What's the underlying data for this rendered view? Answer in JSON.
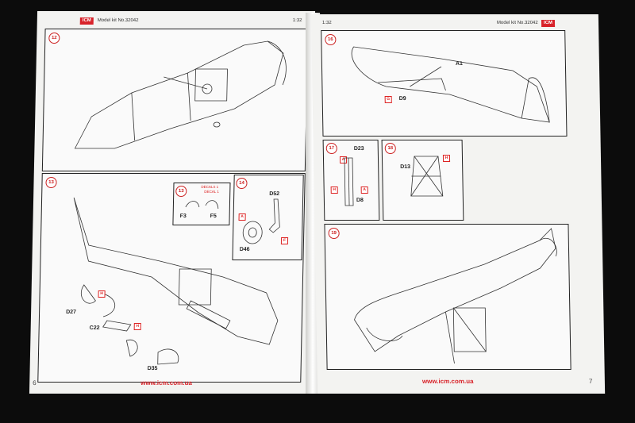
{
  "header": {
    "brand": "ICM",
    "kit_left": "Model kit No.32042",
    "kit_right": "Model kit No.32042",
    "scale": "1:32"
  },
  "left_page": {
    "page_number": "6",
    "url": "www.icm.com.ua",
    "steps": {
      "s12": "12",
      "s13": "13",
      "s13a": "13",
      "s14": "14"
    },
    "part_labels": {
      "f3": "F3",
      "f5": "F5",
      "d52": "D52",
      "d46": "D46",
      "d27": "D27",
      "c22": "C22",
      "d35": "D35"
    },
    "color_codes": {
      "a": "A",
      "f": "F",
      "h1": "H",
      "h2": "H"
    },
    "decal_note_1": "DECALS 1",
    "decal_note_2": "DECAL 1"
  },
  "right_page": {
    "page_number": "7",
    "url": "www.icm.com.ua",
    "steps": {
      "s16": "16",
      "s17": "17",
      "s18": "18",
      "s19": "19"
    },
    "part_labels": {
      "a1": "A1",
      "d9": "D9",
      "d23": "D23",
      "d8": "D8",
      "d13": "D13"
    },
    "color_codes": {
      "g": "G",
      "a1": "A",
      "h1": "H",
      "a2": "A",
      "h2": "H"
    }
  },
  "colors": {
    "brand_red": "#d8232a",
    "paper": "#f3f3f1",
    "background": "#0c0c0c"
  }
}
